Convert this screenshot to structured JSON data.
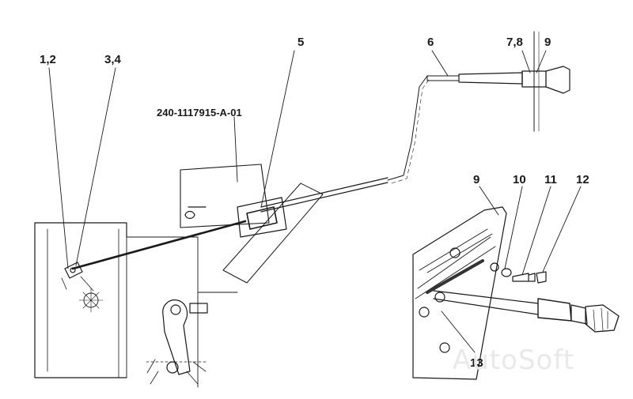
{
  "callouts": {
    "c12": "1,2",
    "c34": "3,4",
    "c5": "5",
    "c6": "6",
    "c78": "7,8",
    "c9a": "9",
    "c9b": "9",
    "c10": "10",
    "c11": "11",
    "c12b": "12",
    "c13": "13"
  },
  "part_number": "240-1117915-A-01",
  "watermark": "AutoSoft"
}
